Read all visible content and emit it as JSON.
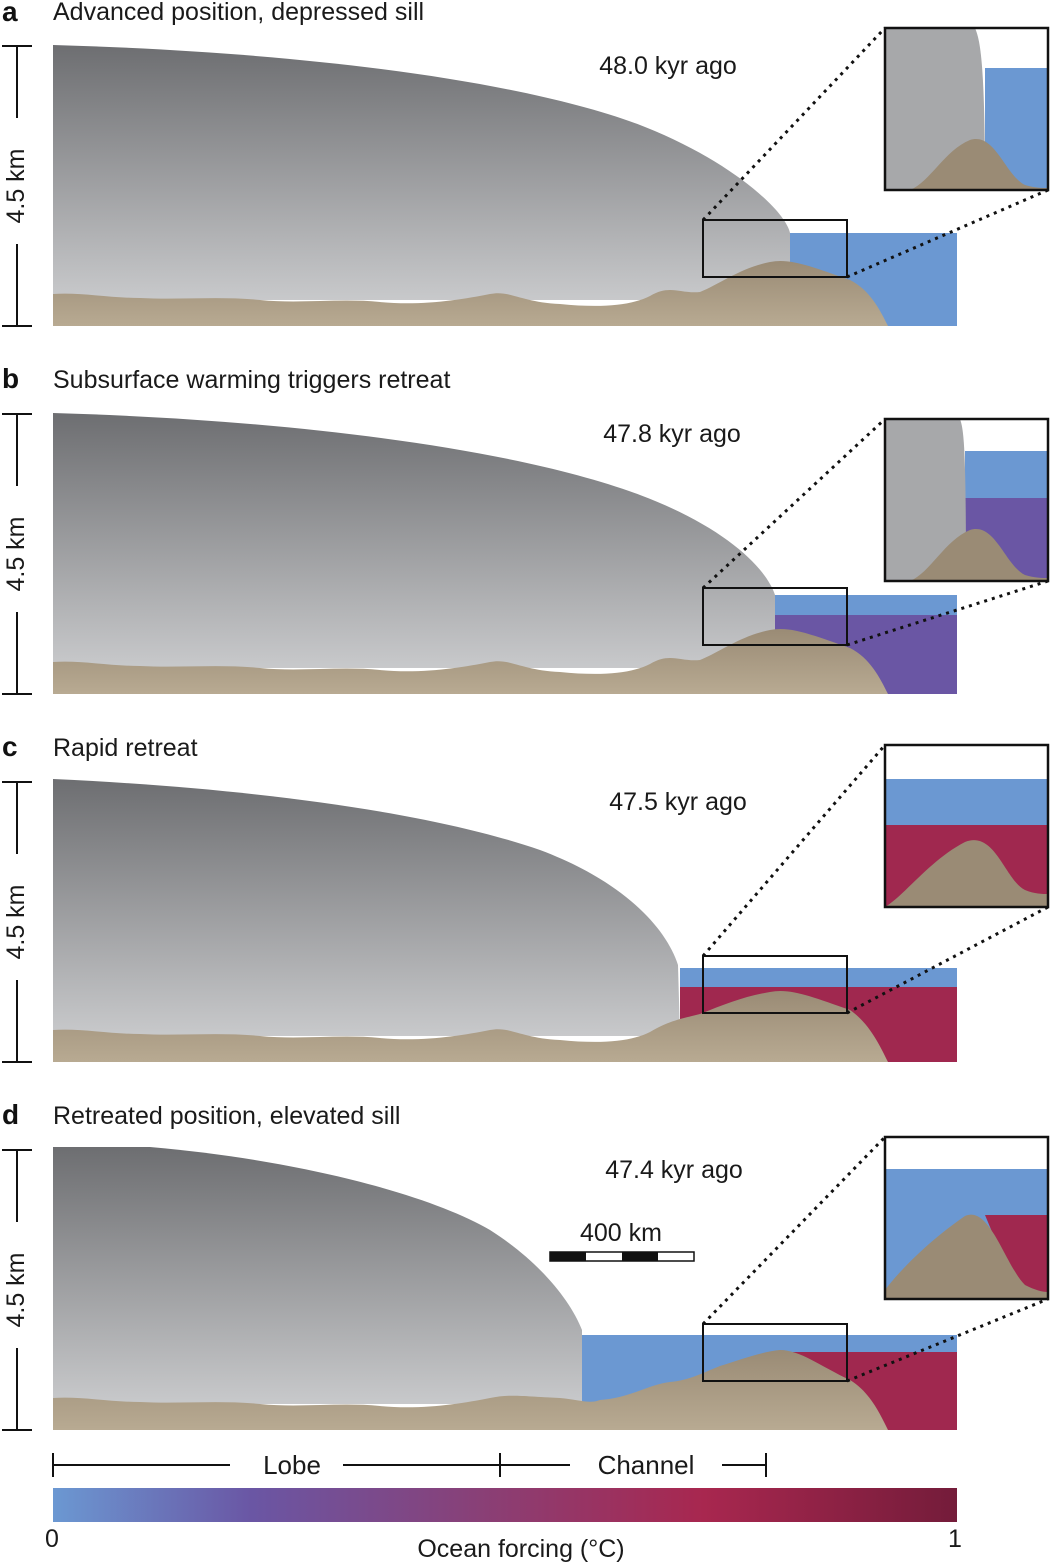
{
  "panels": [
    {
      "letter": "a",
      "title": "Advanced position, depressed sill",
      "time": "48.0 kyr ago",
      "height_label": "4.5 km",
      "ocean_state": "cold"
    },
    {
      "letter": "b",
      "title": "Subsurface warming triggers retreat",
      "time": "47.8 kyr ago",
      "height_label": "4.5 km",
      "ocean_state": "moderate"
    },
    {
      "letter": "c",
      "title": "Rapid retreat",
      "time": "47.5 kyr ago",
      "height_label": "4.5 km",
      "ocean_state": "warm"
    },
    {
      "letter": "d",
      "title": "Retreated position, elevated sill",
      "time": "47.4 kyr ago",
      "height_label": "4.5 km",
      "ocean_state": "warm"
    }
  ],
  "scale_bar": {
    "label": "400 km"
  },
  "regions": {
    "lobe": "Lobe",
    "channel": "Channel"
  },
  "colorbar": {
    "min_label": "0",
    "max_label": "1",
    "title": "Ocean forcing (°C)"
  },
  "colors": {
    "cold_water": "#6b98d2",
    "moderate_water": "#6a56a4",
    "warm_water": "#a0284f",
    "bed": "#ab9c84",
    "ice_top": "#6d6e71",
    "ice_bottom": "#c5c6c8"
  }
}
